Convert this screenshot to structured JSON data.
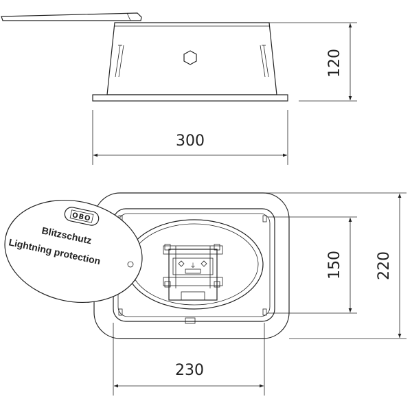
{
  "dimensions": {
    "height_side": "120",
    "width_side": "300",
    "inner_height_top": "150",
    "outer_height_top": "220",
    "width_top": "230"
  },
  "lid": {
    "logo": "OBO",
    "line1": "Blitzschutz",
    "line2": "Lightning protection"
  }
}
